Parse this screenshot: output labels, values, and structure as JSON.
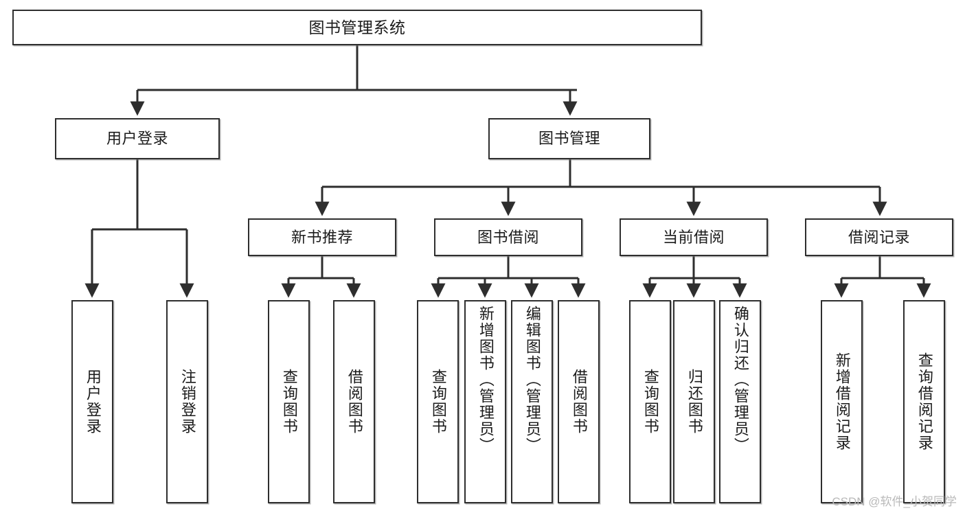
{
  "diagram": {
    "title": "图书管理系统",
    "watermark": "CSDN @软件_小贺同学",
    "colors": {
      "stroke": "#2e2e2e",
      "fill": "#ffffff",
      "text": "#1b1b1b",
      "watermark": "#b9b9b9"
    },
    "root": {
      "label": "图书管理系统"
    },
    "level2": [
      {
        "label": "用户登录"
      },
      {
        "label": "图书管理"
      }
    ],
    "level3": [
      {
        "label": "新书推荐"
      },
      {
        "label": "图书借阅"
      },
      {
        "label": "当前借阅"
      },
      {
        "label": "借阅记录"
      }
    ],
    "leaves": {
      "user_login": [
        {
          "label": "用户登录"
        },
        {
          "label": "注销登录"
        }
      ],
      "new_book_recommend": [
        {
          "label": "查询图书"
        },
        {
          "label": "借阅图书"
        }
      ],
      "book_borrow": [
        {
          "label": "查询图书"
        },
        {
          "label": "新增图书（管理员）"
        },
        {
          "label": "编辑图书（管理员）"
        },
        {
          "label": "借阅图书"
        }
      ],
      "current_borrow": [
        {
          "label": "查询图书"
        },
        {
          "label": "归还图书"
        },
        {
          "label": "确认归还（管理员）"
        }
      ],
      "borrow_record": [
        {
          "label": "新增借阅记录"
        },
        {
          "label": "查询借阅记录"
        }
      ]
    }
  }
}
